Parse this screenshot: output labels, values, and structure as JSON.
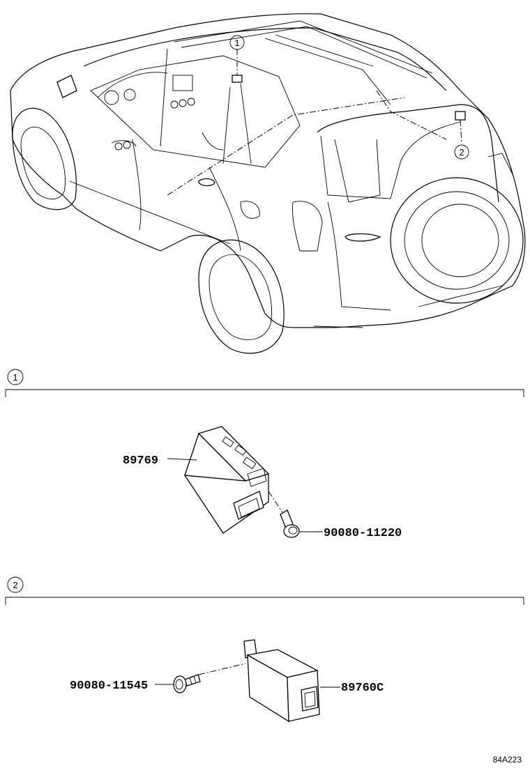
{
  "callouts": {
    "c1": "1",
    "c2": "2"
  },
  "sections": {
    "s1": {
      "number": "1"
    },
    "s2": {
      "number": "2"
    }
  },
  "parts": {
    "p89769": "89769",
    "p90080_11220": "90080-11220",
    "p90080_11545": "90080-11545",
    "p89760C": "89760C"
  },
  "figure_code": "84A223"
}
